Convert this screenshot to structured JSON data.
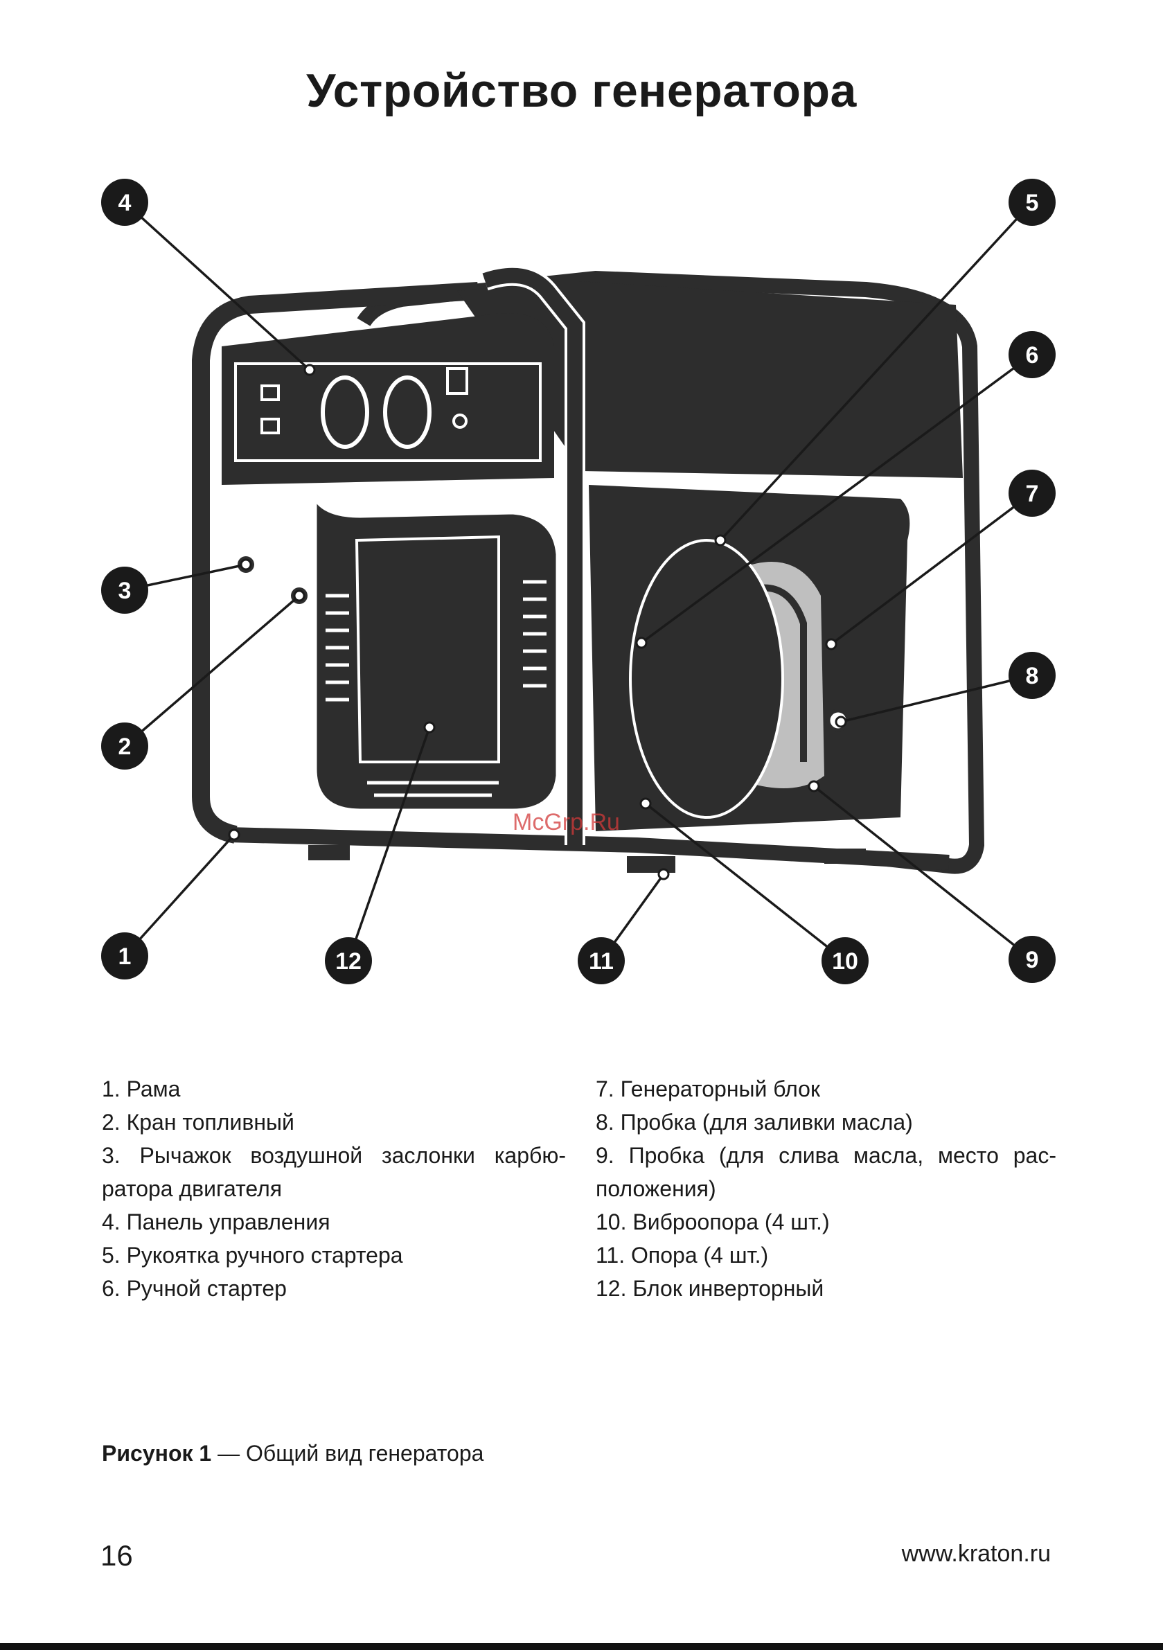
{
  "title": "Устройство генератора",
  "callouts": [
    "1",
    "2",
    "3",
    "4",
    "5",
    "6",
    "7",
    "8",
    "9",
    "10",
    "11",
    "12"
  ],
  "watermark": "McGrp.Ru",
  "legend_left": [
    "1. Рама",
    "2. Кран топливный",
    "3. Рычажок воздушной заслонки карбю- ратора двигателя",
    "4. Панель управления",
    "5. Рукоятка ручного стартера",
    "6. Ручной стартер"
  ],
  "legend_right": [
    "7.  Генераторный блок",
    "8. Пробка (для заливки масла)",
    "9. Пробка (для слива масла, место рас- положения)",
    "10. Виброопора (4 шт.)",
    "11. Опора (4 шт.)",
    "12. Блок инверторный"
  ],
  "caption": {
    "label": "Рисунок 1",
    "text": " — Общий вид генератора"
  },
  "page_number": "16",
  "site": "www.kraton.ru"
}
